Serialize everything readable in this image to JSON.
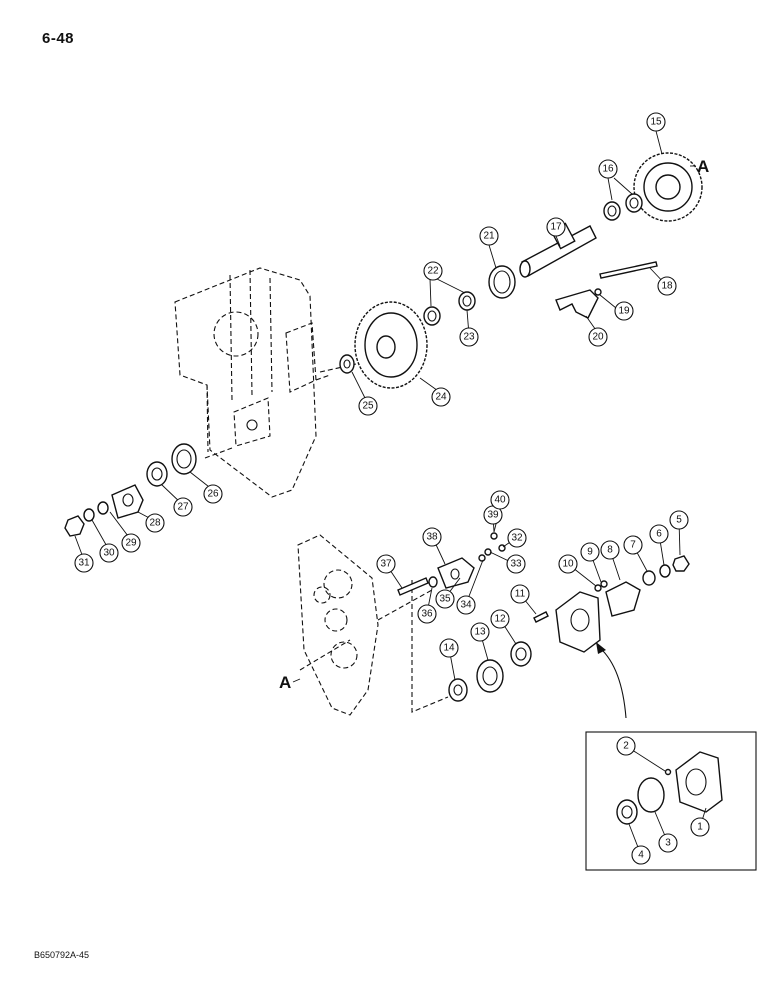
{
  "page": {
    "number": "6-48",
    "doc_code": "B650792A-45"
  },
  "reference_letters": [
    "A",
    "A"
  ],
  "callouts": [
    "1",
    "2",
    "3",
    "4",
    "5",
    "6",
    "7",
    "8",
    "9",
    "10",
    "11",
    "12",
    "13",
    "14",
    "15",
    "16",
    "17",
    "18",
    "19",
    "20",
    "21",
    "22",
    "23",
    "24",
    "25",
    "26",
    "27",
    "28",
    "29",
    "30",
    "31",
    "32",
    "33",
    "34",
    "35",
    "36",
    "37",
    "38",
    "39",
    "40"
  ]
}
